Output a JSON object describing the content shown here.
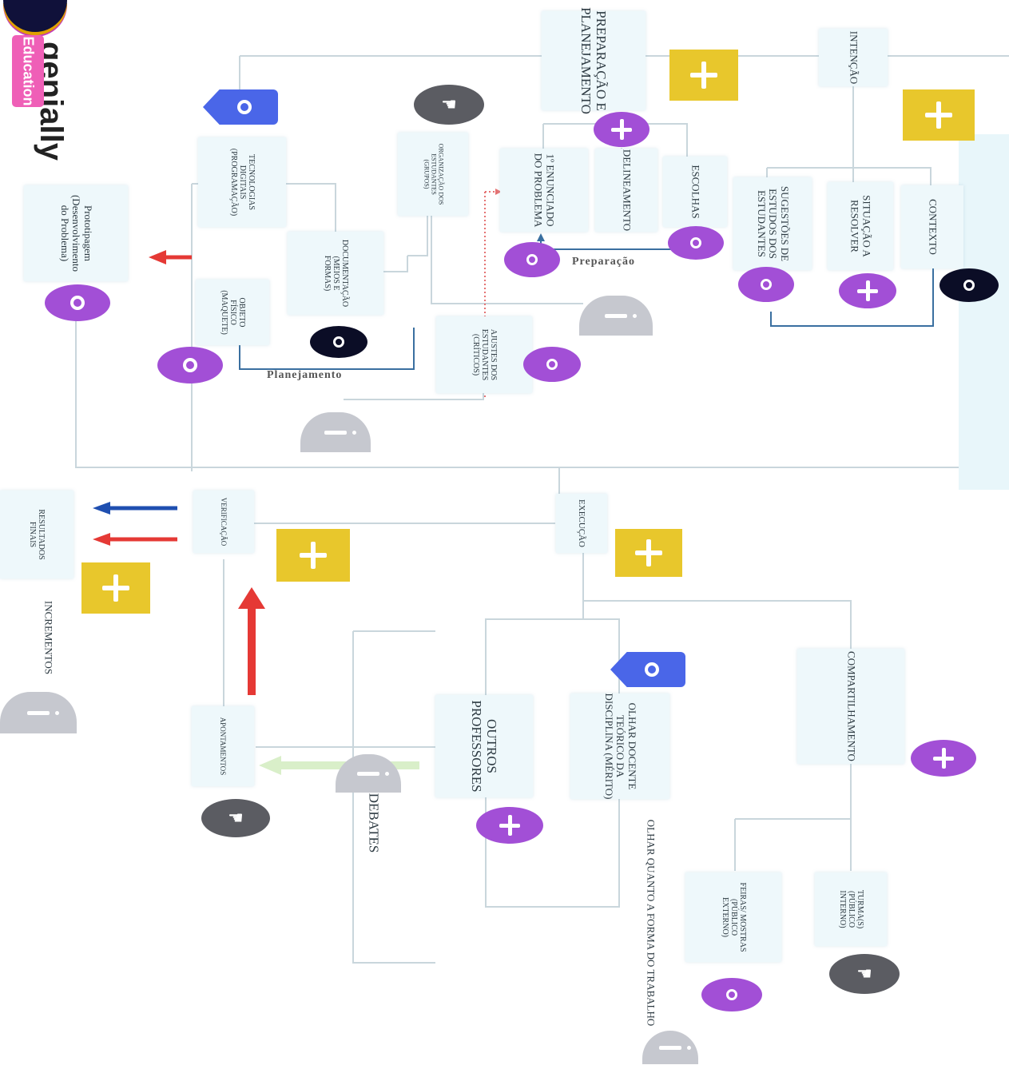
{
  "brand": {
    "name": "genially",
    "tag": "Education"
  },
  "nodes": {
    "preparacao_planejamento": "PREPARAÇÃO E\nPLANEJAMENTO",
    "intencao": "INTENÇÃO",
    "tecnologias": "TECNOLOGIAS\nDIGITAIS\n(PROGRAMAÇÃO)",
    "organizacao": "ORGANIZAÇÃO DOS\nESTUDANTES\n(GRUPOS)",
    "enunciado": "1º ENUNCIADO\nDO PROBLEMA",
    "delineamento": "DELINEAMENTO",
    "escolhas": "ESCOLHAS",
    "sugestoes": "SUGESTÕES DE\nESTUDOS DOS\nESTUDANTES",
    "situacao": "SITUAÇÃO A\nRESOLVER",
    "contexto": "CONTEXTO",
    "prototipagem": "Prototipagem\n(Desenvolvimento\ndo Problema)",
    "documentacao": "DOCUMENTAÇÃO\n(MEIOS E\nFORMAS)",
    "objeto": "OBJETO\nFÍSICO\n(MAQUETE)",
    "ajustes": "AJUSTES DOS\nESTUDANTES\n(CRÍTICOS)",
    "resultados": "RESULTADOS\nFINAIS",
    "verificacao": "VERIFICAÇÃO",
    "execucao": "EXECUÇÃO",
    "incrementos": "INCREMENTOS",
    "compartilhamento": "COMPARTILHAMENTO",
    "olhar_docente": "OLHAR DOCENTE\nTEÓRICO DA\nDISCIPLINA (MÉRITO)",
    "outros_professores": "OUTROS\nPROFESSORES",
    "apontamentos": "APONTAMENTOS",
    "debates": "DEBATES",
    "olhar_forma": "OLHAR QUANTO A FORMA DO TRABALHO",
    "feiras": "FEIRAS/ MOSTRAS\n(PÚBLICO\nEXTERNO)",
    "turmas": "TURMA(S)\n(PÚBLICO\nINTERNO)"
  },
  "loops": {
    "preparacao": "Preparação",
    "planejamento": "Planejamento"
  },
  "colors": {
    "purple": "#a24fd6",
    "yellow": "#e8c72c",
    "gray": "#c6c8cf",
    "dark": "#5b5c62",
    "black": "#0b0d26",
    "blue": "#4a66e8",
    "node_bg": "#eef8fb",
    "line": "#c9d6dc",
    "loop_line": "#3a6fa0",
    "red_arrow": "#e53935",
    "blue_arrow": "#1f4fb0",
    "green_arrow": "#d9efc9"
  },
  "icons": {
    "purple_plus": "plus-icon",
    "purple_ring": "ring-icon",
    "yellow_plus": "plus-icon",
    "gray_minus": "minus-icon",
    "hand": "hand-pointer-icon",
    "blue_tag": "ring-icon"
  }
}
